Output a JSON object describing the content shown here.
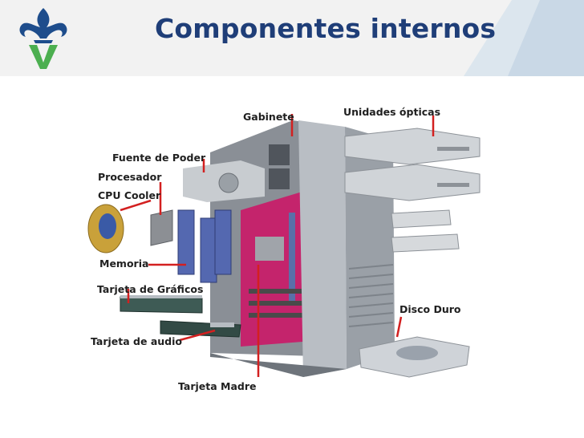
{
  "slide": {
    "title": "Componentes internos",
    "labels": {
      "gabinete": "Gabinete",
      "unidades_opticas": "Unidades ópticas",
      "fuente_de_poder": "Fuente de Poder",
      "procesador": "Procesador",
      "cpu_cooler": "CPU Cooler",
      "memoria": "Memoria",
      "tarjeta_graficos": "Tarjeta de Gráficos",
      "disco_duro": "Disco Duro",
      "tarjeta_audio": "Tarjeta de audio",
      "tarjeta_madre": "Tarjeta Madre"
    }
  },
  "colors": {
    "title": "#1f3e78",
    "logo_blue": "#1e4d8c",
    "logo_green": "#4caf50",
    "pointer": "#d32020",
    "motherboard": "#c4246c"
  }
}
